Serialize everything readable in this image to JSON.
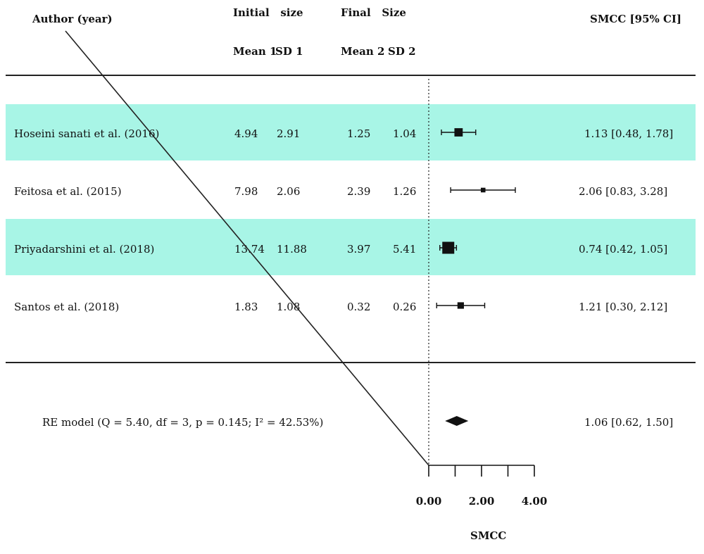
{
  "colors": {
    "stripe": "#a8f5e6",
    "ink": "#111111"
  },
  "headers": {
    "author": "Author (year)",
    "initial": "Initial   size",
    "final": "Final   Size",
    "smcc_ci": "SMCC [95% CI]",
    "mean1": "Mean 1",
    "sd1": "SD 1",
    "mean2": "Mean 2",
    "sd2": "SD 2"
  },
  "studies": [
    {
      "author": "Hoseini sanati et al. (2016)",
      "mean1": "4.94",
      "sd1": "2.91",
      "mean2": "1.25",
      "sd2": "1.04",
      "ci_text": "1.13 [0.48, 1.78]",
      "striped": true
    },
    {
      "author": "Feitosa et al. (2015)",
      "mean1": "7.98",
      "sd1": "2.06",
      "mean2": "2.39",
      "sd2": "1.26",
      "ci_text": "2.06 [0.83, 3.28]",
      "striped": false
    },
    {
      "author": "Priyadarshini et al. (2018)",
      "mean1": "13.74",
      "sd1": "11.88",
      "mean2": "3.97",
      "sd2": "5.41",
      "ci_text": "0.74 [0.42, 1.05]",
      "striped": true
    },
    {
      "author": "Santos et al. (2018)",
      "mean1": "1.83",
      "sd1": "1.08",
      "mean2": "0.32",
      "sd2": "0.26",
      "ci_text": "1.21 [0.30, 2.12]",
      "striped": false
    }
  ],
  "summary": {
    "label": "RE model (Q = 5.40, df = 3, p = 0.145; I² = 42.53%)",
    "ci_text": "1.06 [0.62, 1.50]"
  },
  "chart_data": {
    "type": "forest",
    "xlabel": "SMCC",
    "xlim": [
      0,
      4
    ],
    "ticks": [
      0,
      1,
      2,
      3,
      4
    ],
    "tick_labels": [
      "0.00",
      "2.00",
      "4.00"
    ],
    "tick_label_values": [
      0,
      2,
      4
    ],
    "reference_line": 0,
    "series": [
      {
        "estimate": 1.13,
        "lower": 0.48,
        "upper": 1.78,
        "weight": 3
      },
      {
        "estimate": 2.06,
        "lower": 0.83,
        "upper": 3.28,
        "weight": 1
      },
      {
        "estimate": 0.74,
        "lower": 0.42,
        "upper": 1.05,
        "weight": 5
      },
      {
        "estimate": 1.21,
        "lower": 0.3,
        "upper": 2.12,
        "weight": 2
      }
    ],
    "summary": {
      "estimate": 1.06,
      "lower": 0.62,
      "upper": 1.5
    }
  }
}
